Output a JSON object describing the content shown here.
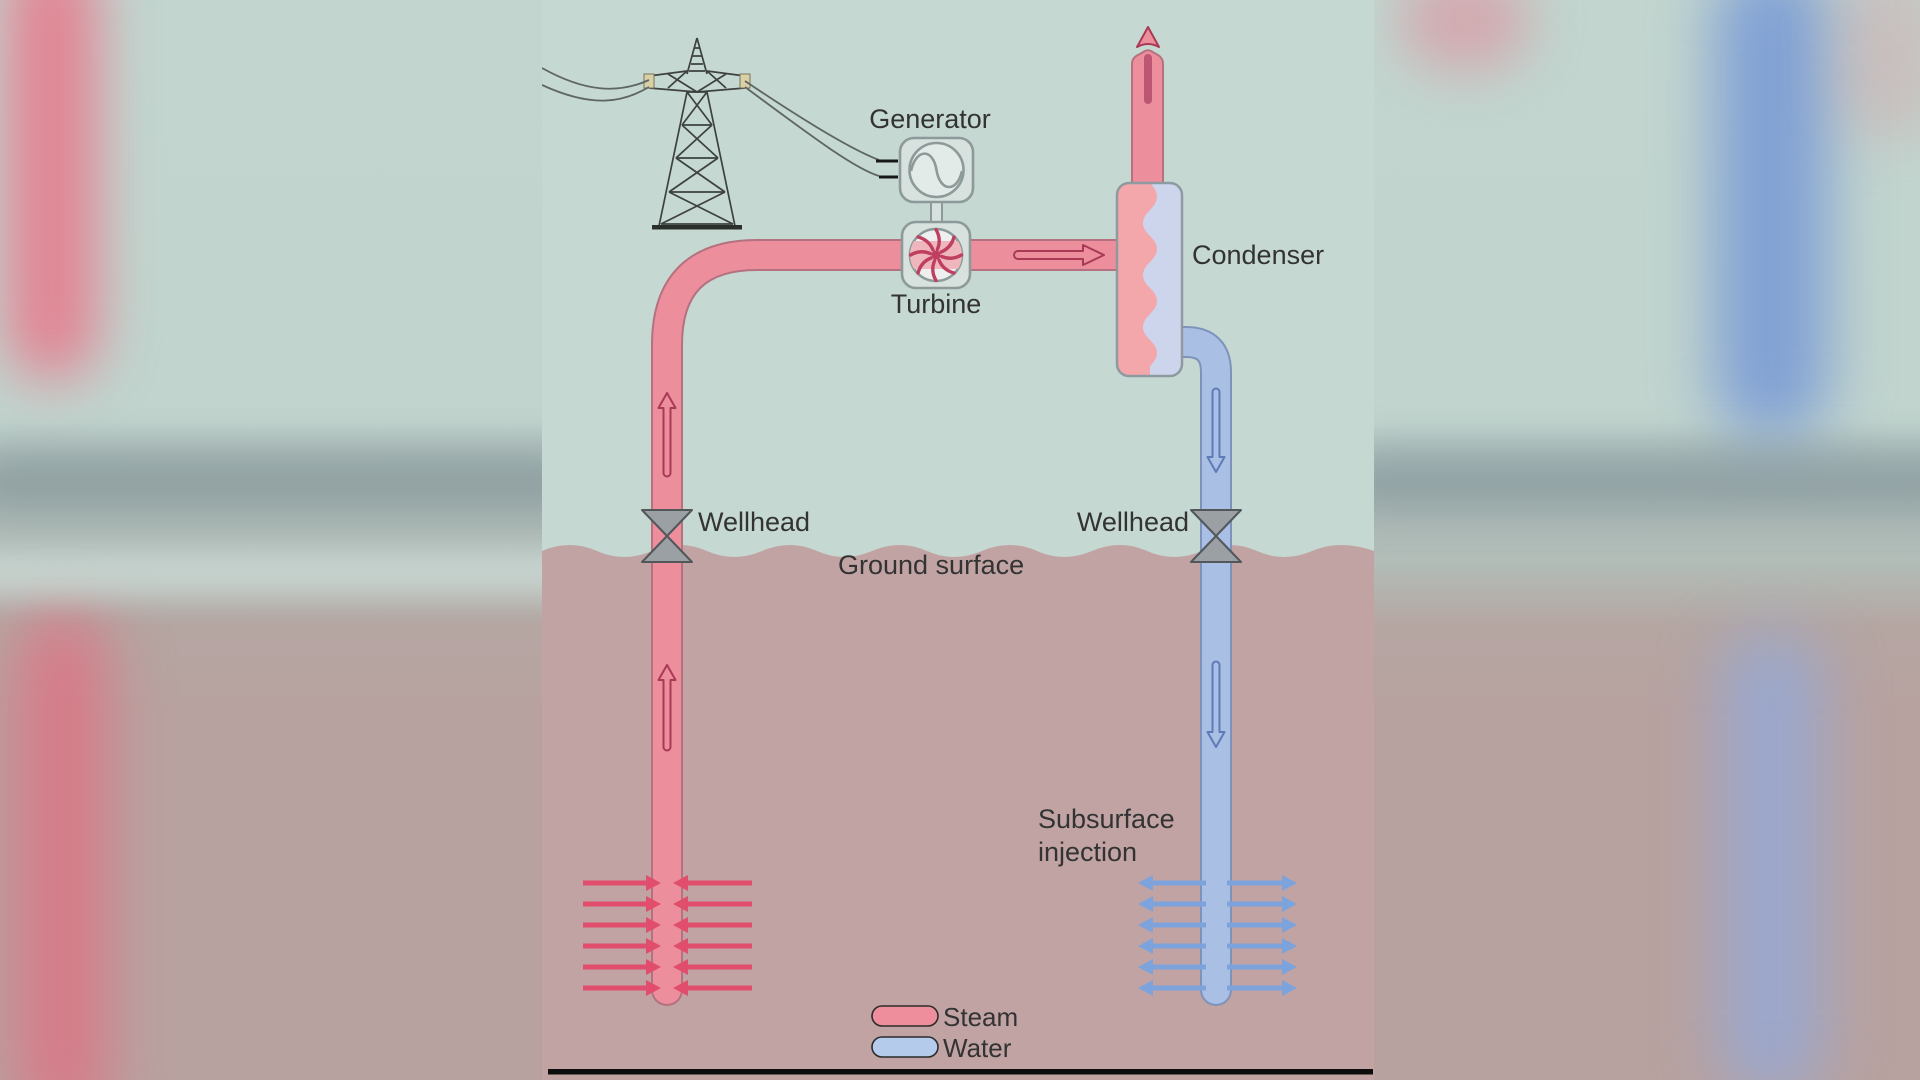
{
  "labels": {
    "generator": "Generator",
    "turbine": "Turbine",
    "condenser": "Condenser",
    "wellhead_left": "Wellhead",
    "wellhead_right": "Wellhead",
    "ground_surface": "Ground surface",
    "subsurface_line1": "Subsurface",
    "subsurface_line2": "injection"
  },
  "legend": {
    "steam": "Steam",
    "water": "Water"
  },
  "flows": {
    "steam_inflow_rows": 6,
    "water_outflow_rows": 6
  },
  "colors": {
    "above_ground": "#c5d8d2",
    "below_ground": "#c1a3a4",
    "steam_pipe": "#ec8e9c",
    "steam_pipe_edge": "#b5717f",
    "water_pipe": "#aabfe4",
    "water_pipe_edge": "#7e93bb",
    "steam_reservoir_arrow": "#e14e6d",
    "water_reservoir_arrow": "#7da3dc",
    "steam_flow_arrow_stroke": "#a93a55",
    "water_flow_arrow_stroke": "#5c7cb8",
    "condenser_body": "#cdd5ec",
    "condenser_coil": "#f4a7ab",
    "valve": "#9aa0a4",
    "legend_steam_swatch": "#ee8d9b",
    "legend_water_swatch": "#b5cbeb"
  }
}
